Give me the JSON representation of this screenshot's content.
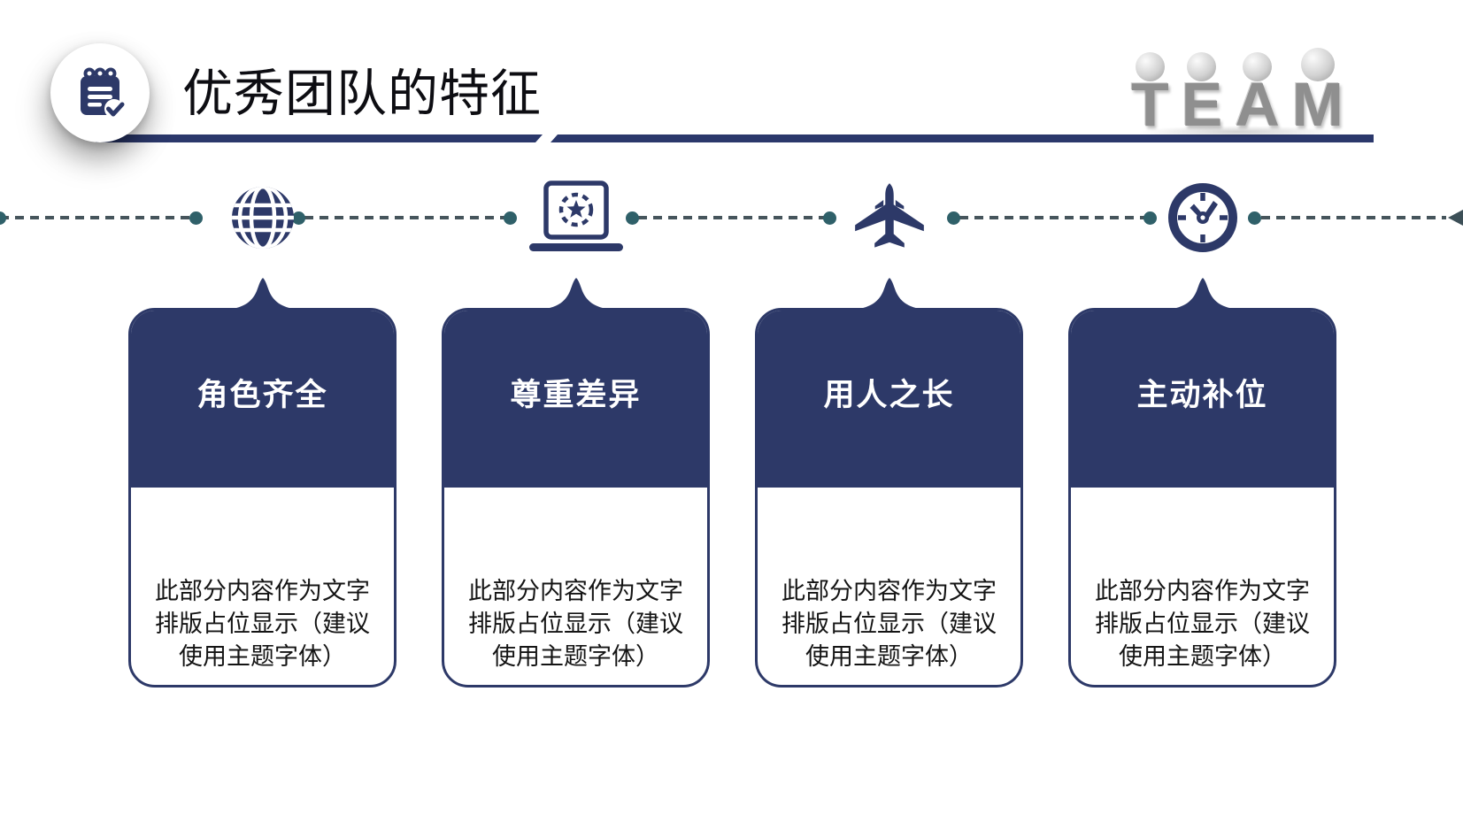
{
  "slide": {
    "title": "优秀团队的特征",
    "team_graphic": {
      "letters": [
        "T",
        "E",
        "A",
        "M"
      ]
    }
  },
  "cards": [
    {
      "icon": "globe-icon",
      "title": "角色齐全",
      "body": "此部分内容作为文字排版占位显示（建议使用主题字体）"
    },
    {
      "icon": "laptop-star-icon",
      "title": "尊重差异",
      "body": "此部分内容作为文字排版占位显示（建议使用主题字体）"
    },
    {
      "icon": "airplane-icon",
      "title": "用人之长",
      "body": "此部分内容作为文字排版占位显示（建议使用主题字体）"
    },
    {
      "icon": "clock-icon",
      "title": "主动补位",
      "body": "此部分内容作为文字排版占位显示（建议使用主题字体）"
    }
  ],
  "colors": {
    "navy": "#2d3968",
    "header_line": "#2b386b",
    "dash": "#46555c",
    "dot": "#2f6069",
    "title_text": "#0d0d12",
    "body_text": "#141414",
    "card_title_text": "#ffffff",
    "team_gray": "#8f8f8f"
  }
}
